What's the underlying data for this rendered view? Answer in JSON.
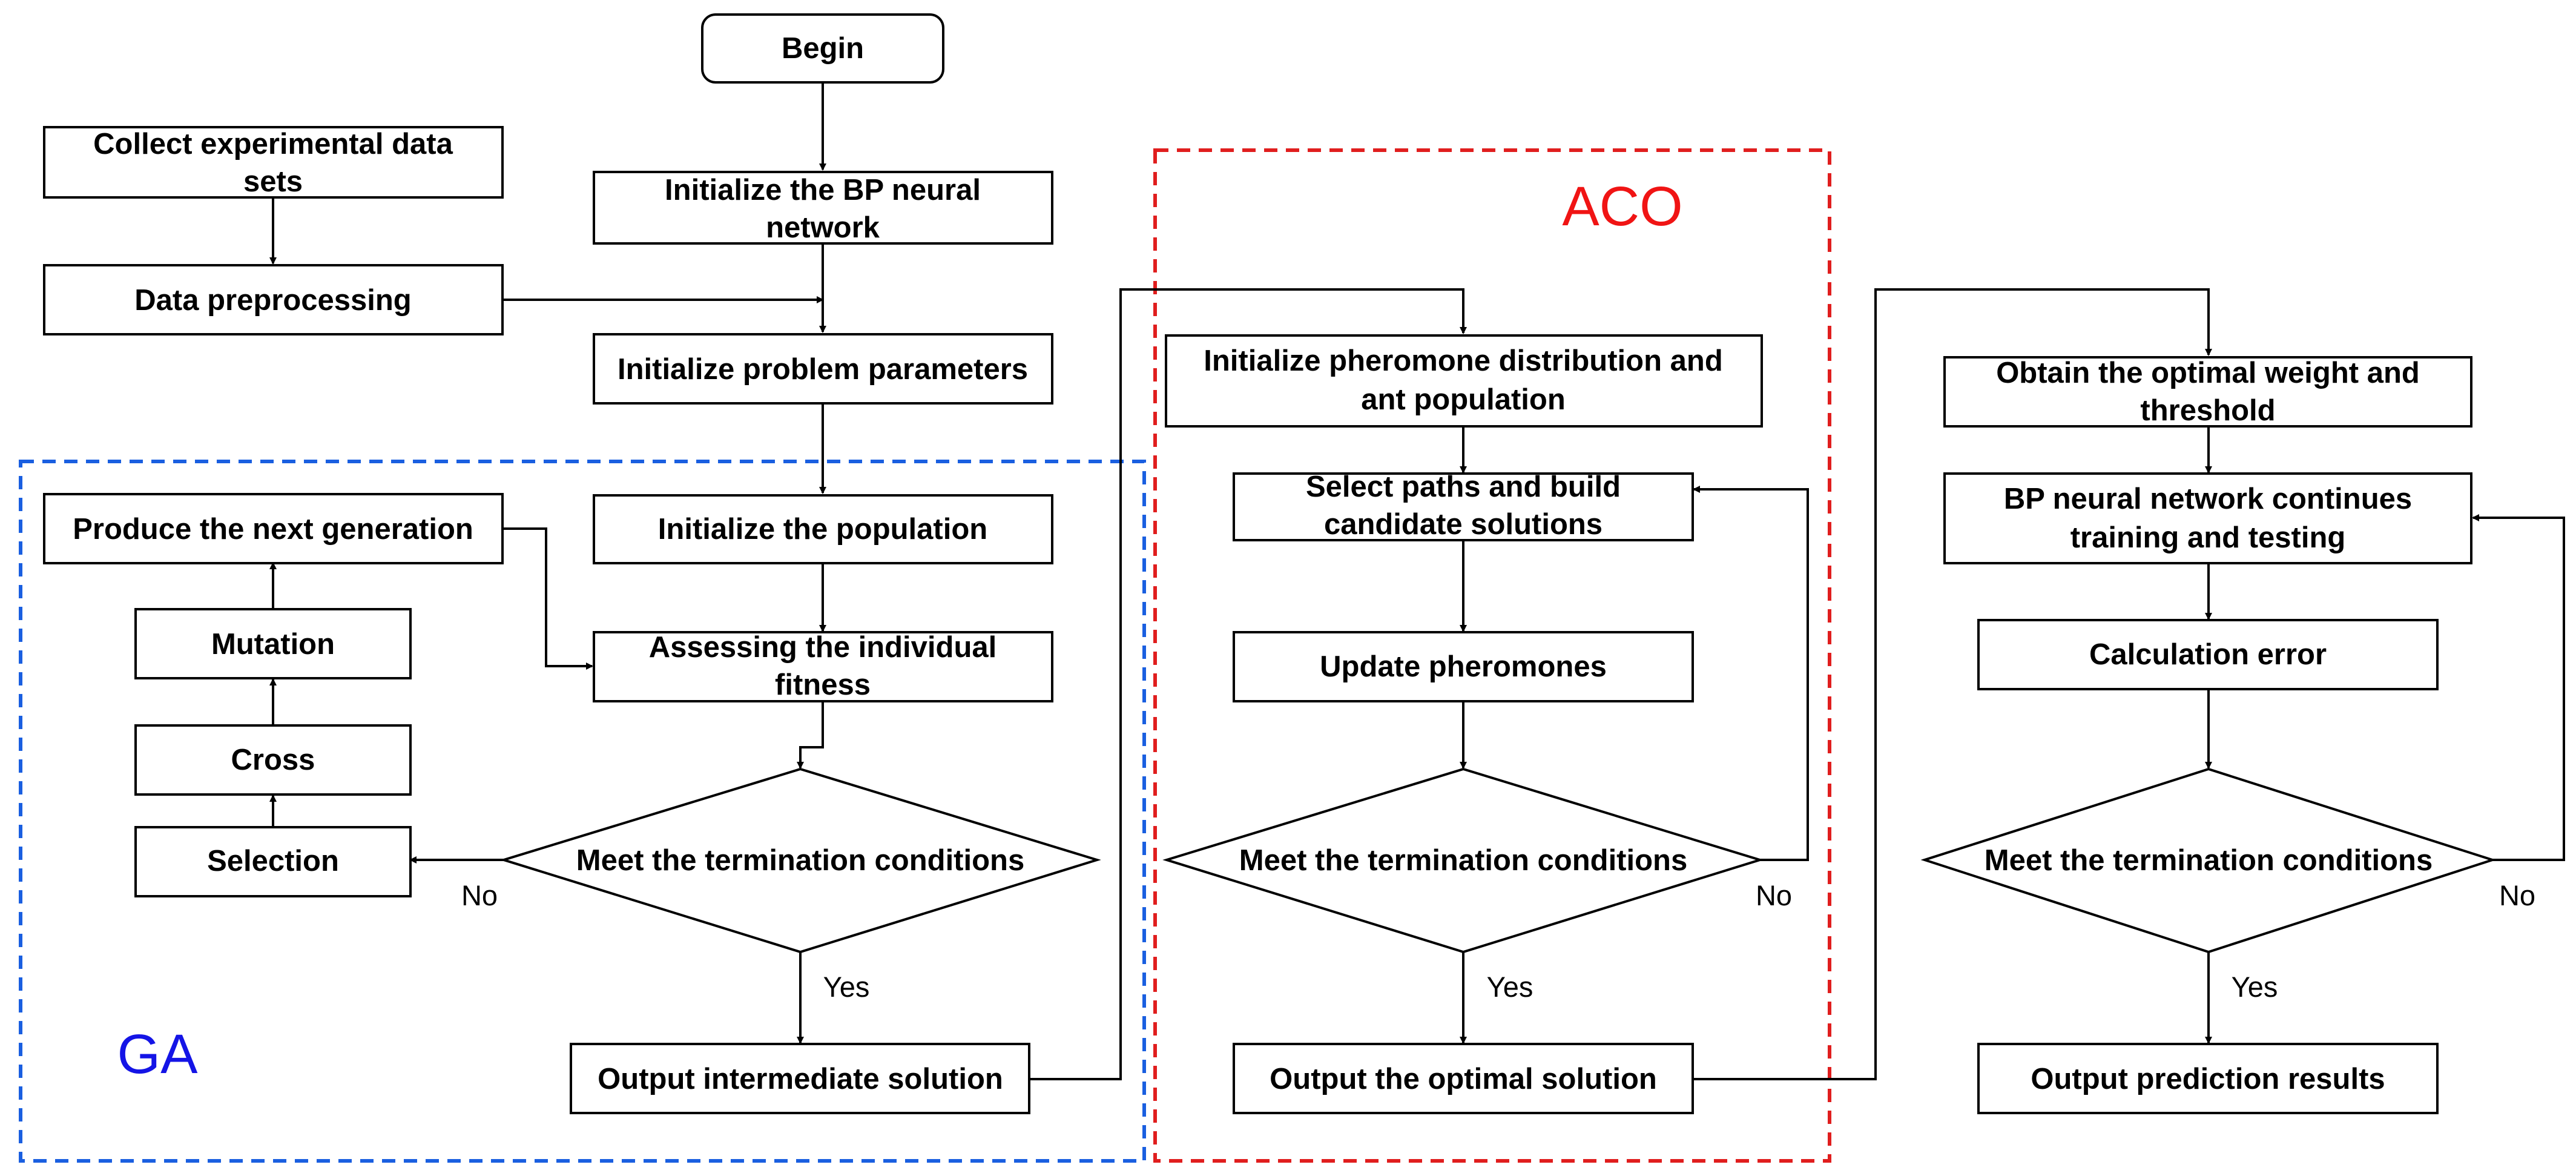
{
  "nodes": {
    "begin": "Begin",
    "collect": [
      "Collect experimental data",
      "sets"
    ],
    "data_prep": "Data preprocessing",
    "init_bp": [
      "Initialize the BP neural",
      "network"
    ],
    "init_params": "Initialize problem parameters",
    "produce_next": "Produce the next generation",
    "init_pop": "Initialize the population",
    "mutation": "Mutation",
    "assess": [
      "Assessing the individual",
      "fitness"
    ],
    "cross": "Cross",
    "selection": "Selection",
    "ga_decision": "Meet the termination conditions",
    "output_intermediate": "Output intermediate solution",
    "init_pheromone": [
      "Initialize pheromone distribution and",
      "ant population"
    ],
    "select_paths": [
      "Select paths and build",
      "candidate solutions"
    ],
    "update_pher": "Update pheromones",
    "aco_decision": "Meet the termination conditions",
    "output_optimal": "Output the optimal solution",
    "obtain_optimal": [
      "Obtain the optimal weight and",
      "threshold"
    ],
    "bp_continue": [
      "BP neural network continues",
      "training and testing"
    ],
    "calc_error": "Calculation error",
    "bp_decision": "Meet the termination conditions",
    "output_prediction": "Output prediction results"
  },
  "edge_labels": {
    "ga_no": "No",
    "ga_yes": "Yes",
    "aco_no": "No",
    "aco_yes": "Yes",
    "bp_no": "No",
    "bp_yes": "Yes"
  },
  "regions": {
    "ga": {
      "label": "GA",
      "color": "#1a5fe0",
      "label_color": "#1414e6"
    },
    "aco": {
      "label": "ACO",
      "color": "#e01e1e",
      "label_color": "#f01414"
    }
  }
}
